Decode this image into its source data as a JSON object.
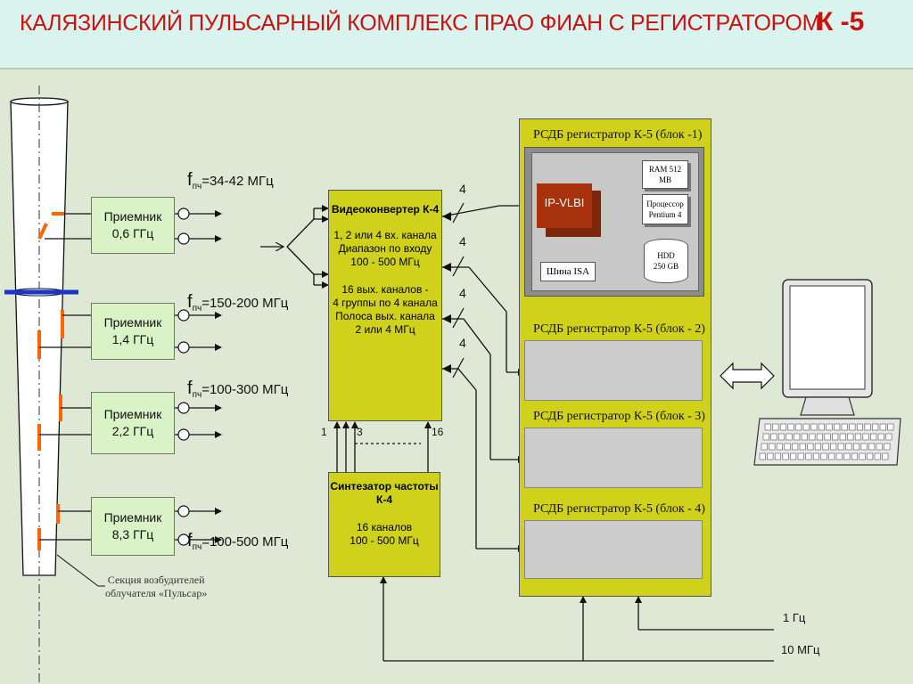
{
  "header": {
    "title": "КАЛЯЗИНСКИЙ  ПУЛЬСАРНЫЙ КОМПЛЕКС  ПРАО ФИАН С РЕГИСТРАТОРОМ",
    "title_model": "К -5"
  },
  "receivers": [
    {
      "line1": "Приемник",
      "line2": "0,6 ГГц",
      "freq_sub": "пч",
      "freq_value": "=34-42 МГц"
    },
    {
      "line1": "Приемник",
      "line2": "1,4 ГГц",
      "freq_sub": "пч",
      "freq_value": "=150-200 МГц"
    },
    {
      "line1": "Приемник",
      "line2": "2,2 ГГц",
      "freq_sub": "пч",
      "freq_value": "=100-300 МГц"
    },
    {
      "line1": "Приемник",
      "line2": "8,3 ГГц",
      "freq_sub": "пч",
      "freq_value": "=100-500 МГц"
    }
  ],
  "freq_symbol": "f",
  "feed_caption": {
    "line1": "Секция возбудителей",
    "line2": "облучателя «Пульсар»"
  },
  "videoconverter": {
    "title": "Видеоконвертер К-4",
    "l1": "1, 2 или 4 вх. канала",
    "l2": "Диапазон по входу",
    "l3": "100 - 500 МГц",
    "l4": "16 вых. каналов -",
    "l5": "4 группы по 4 канала",
    "l6": "Полоса вых. канала",
    "l7": "2 или 4 МГц",
    "port_1": "1",
    "port_3": "3",
    "port_16": "16"
  },
  "bus_width": "4",
  "synth": {
    "title1": "Синтезатор частоты",
    "title2": "К-4",
    "l1": "16 каналов",
    "l2": "100 - 500 МГц"
  },
  "recorder": {
    "block1": "РСДБ регистратор К-5 (блок -1)",
    "block2": "РСДБ регистратор К-5 (блок - 2)",
    "block3": "РСДБ регистратор К-5 (блок - 3)",
    "block4": "РСДБ регистратор К-5 (блок - 4)",
    "ipvlbi": "IP-VLBI",
    "ram1": "RAM 512",
    "ram2": "MB",
    "cpu1": "Процессор",
    "cpu2": "Pentium 4",
    "hdd1": "HDD",
    "hdd2": "250 GB",
    "isa": "Шина ISA"
  },
  "refs": {
    "hz1": "1 Гц",
    "mhz10": "10 МГц"
  },
  "colors": {
    "title": "#cc1111",
    "yellow": "#cfd11a",
    "receiver": "#d9f2c6",
    "feed_marks": "#ff6600",
    "ipvlbi": "#a8320c",
    "blue_bar": "#1b35c8"
  }
}
